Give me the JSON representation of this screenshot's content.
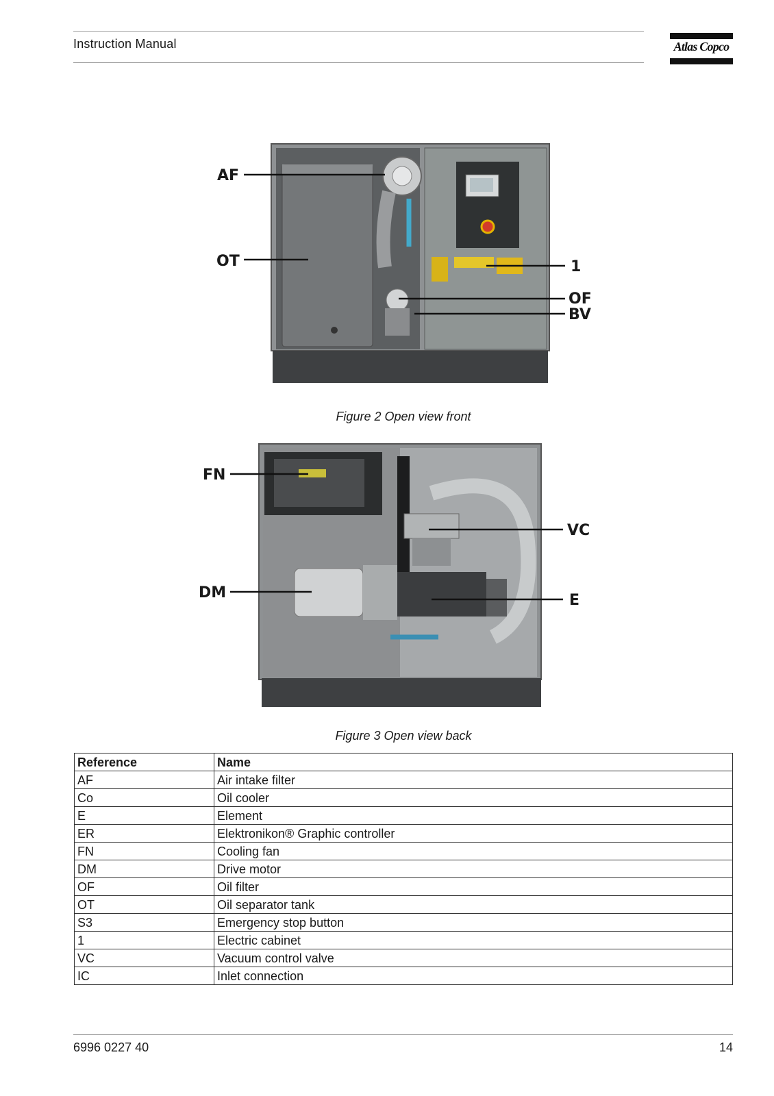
{
  "header": {
    "title": "Instruction Manual",
    "logo_text": "Atlas Copco"
  },
  "figure_front": {
    "caption": "Figure 2 Open view front",
    "callouts": [
      "AF",
      "OT",
      "1",
      "OF",
      "BV"
    ]
  },
  "figure_back": {
    "caption": "Figure 3 Open view back",
    "callouts": [
      "FN",
      "VC",
      "DM",
      "E"
    ]
  },
  "table": {
    "headers": [
      "Reference",
      "Name"
    ],
    "rows": [
      [
        "AF",
        "Air intake filter"
      ],
      [
        "Co",
        "Oil cooler"
      ],
      [
        "E",
        "Element"
      ],
      [
        "ER",
        "Elektronikon® Graphic controller"
      ],
      [
        "FN",
        "Cooling fan"
      ],
      [
        "DM",
        "Drive motor"
      ],
      [
        "OF",
        "Oil filter"
      ],
      [
        "OT",
        "Oil separator tank"
      ],
      [
        "S3",
        "Emergency stop button"
      ],
      [
        "1",
        "Electric cabinet"
      ],
      [
        "VC",
        "Vacuum control valve"
      ],
      [
        "IC",
        "Inlet connection"
      ]
    ]
  },
  "footer": {
    "doc_number": "6996 0227 40",
    "page": "14"
  }
}
